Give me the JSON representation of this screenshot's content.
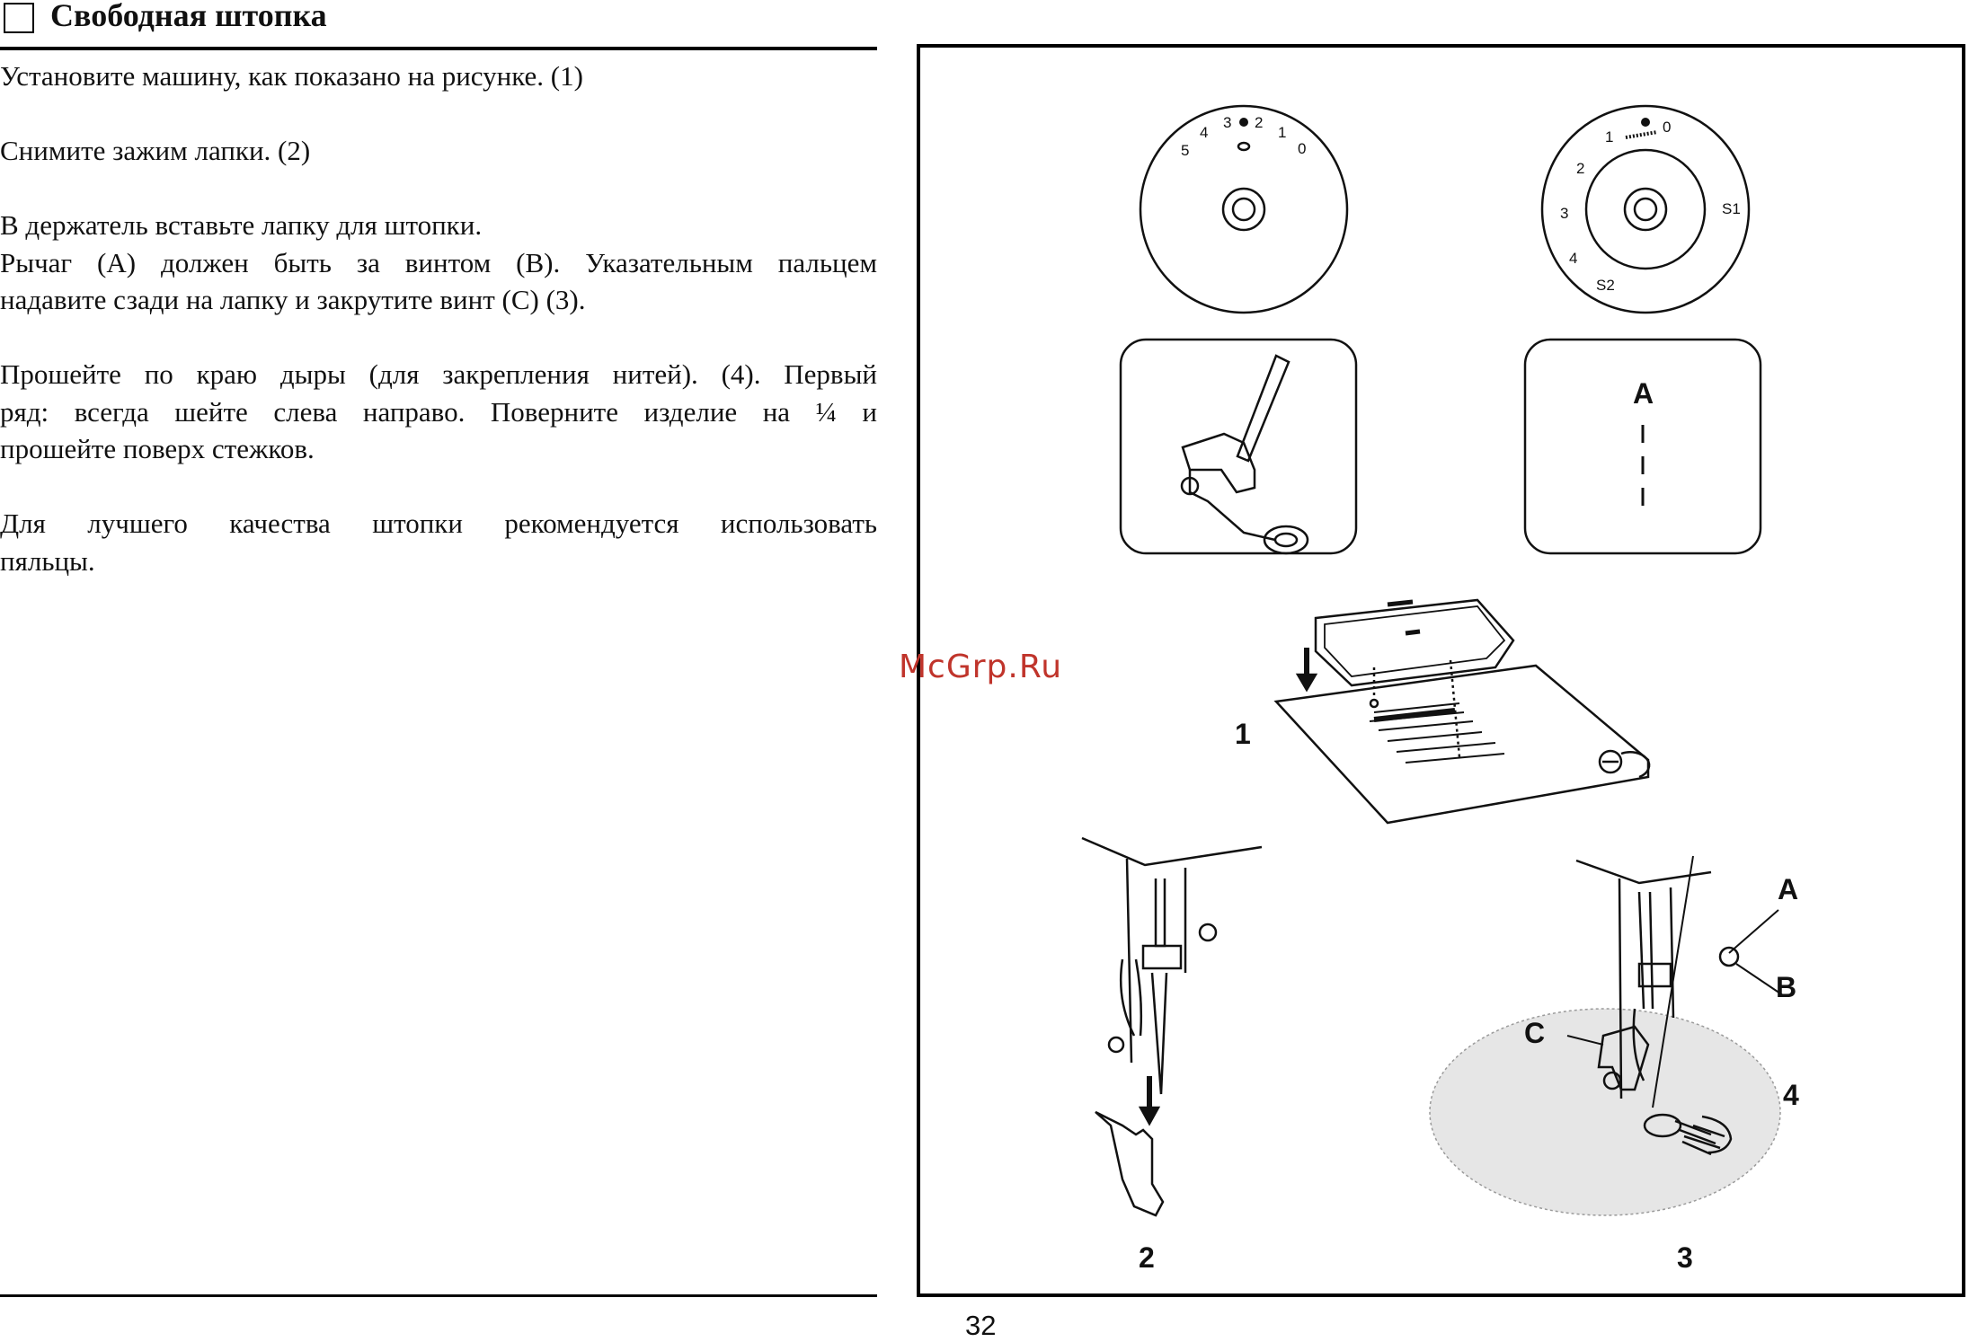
{
  "header": {
    "title": "Свободная штопка"
  },
  "paragraphs": [
    {
      "lines": [
        "Установите машину, как показано на рисунке. (1)"
      ]
    },
    {
      "lines": [
        "Снимите зажим лапки. (2)"
      ]
    },
    {
      "lines": [
        "В держатель вставьте лапку для штопки.",
        "Рычаг (A) должен быть за винтом (B). Указательным пальцем",
        "надавите сзади на лапку и закрутите винт (C) (3)."
      ]
    },
    {
      "lines": [
        "Прошейте по краю дыры (для закрепления нитей). (4). Первый",
        "ряд: всегда шейте слева направо. Поверните изделие на ¼ и",
        "прошейте поверх стежков."
      ]
    },
    {
      "lines": [
        "Для лучшего качества штопки рекомендуется использовать",
        "пяльцы."
      ]
    }
  ],
  "figure": {
    "dial_left_numbers": [
      "5",
      "4",
      "3",
      "2",
      "1",
      "0"
    ],
    "dial_right_numbers": [
      "3",
      "2",
      "1",
      "0",
      "S1",
      "S2",
      "4"
    ],
    "panel_label": "A",
    "step_labels": {
      "one": "1",
      "two": "2",
      "three": "3",
      "four": "4"
    },
    "callouts": {
      "a": "A",
      "b": "B",
      "c": "C"
    }
  },
  "watermark": "McGrp.Ru",
  "page_number": "32"
}
